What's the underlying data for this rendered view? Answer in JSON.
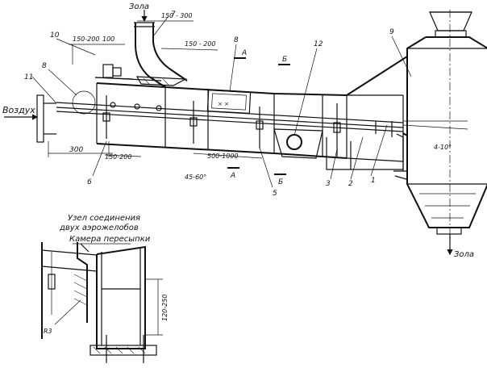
{
  "labels": {
    "air": "Воздух",
    "ash_top": "Зола",
    "ash_bottom": "Зола",
    "node_title_1": "Узел соединения",
    "node_title_2": "двух аэрожелобов",
    "chamber": "Камера пересыпки"
  },
  "dimensions": {
    "d_150_300": "150 - 300",
    "d_150_200_top": "150-200",
    "d_100": "100",
    "d_150_200_mid": "150 - 200",
    "d_300": "300",
    "d_150_200_low": "150-200",
    "d_500_1000": "500-1000",
    "d_45_60": "45-60°",
    "d_4_10": "4-10°",
    "d_120_250": "120-250",
    "r3": "R3"
  },
  "callouts": {
    "c1": "1",
    "c2": "2",
    "c3": "3",
    "c5": "5",
    "c6": "6",
    "c7": "7",
    "c8a": "8",
    "c8b": "8",
    "c9": "9",
    "c10": "10",
    "c11": "11",
    "c12": "12"
  },
  "sections": {
    "a_top": "А",
    "a_bot": "А",
    "b_top": "Б",
    "b_bot": "Б"
  }
}
